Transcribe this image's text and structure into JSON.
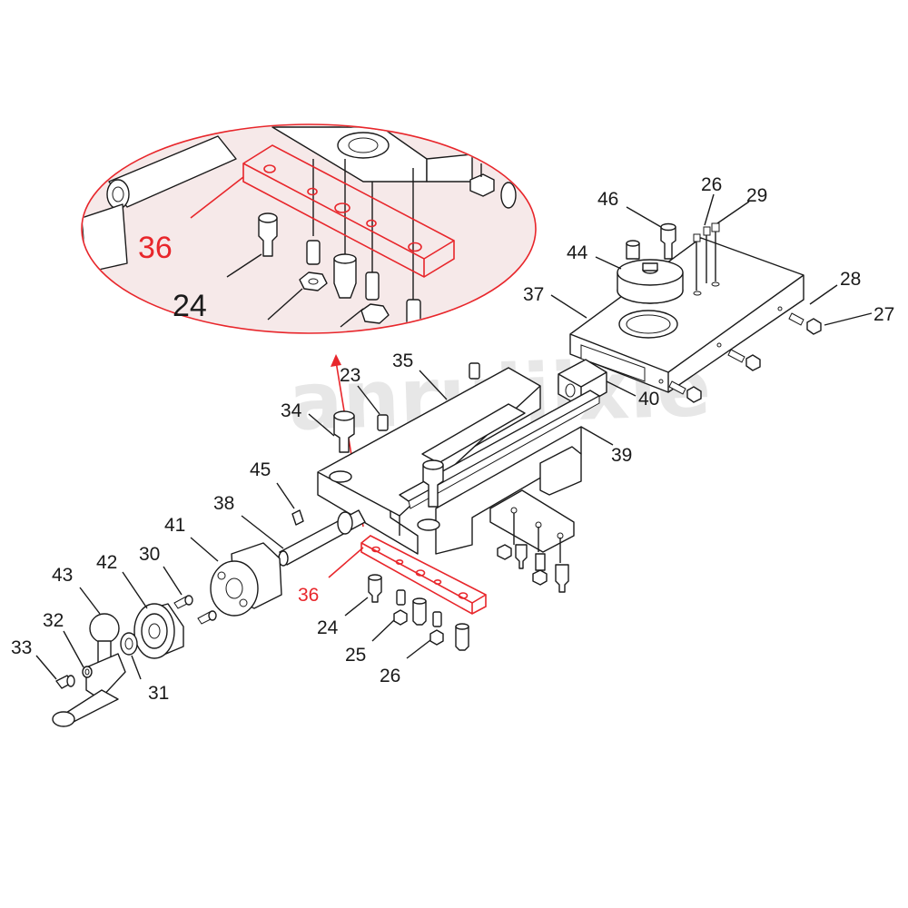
{
  "watermark": "anruijixie",
  "highlight_color": "#e8262b",
  "zoom_callout": {
    "labels": [
      "36",
      "24"
    ]
  },
  "part_labels": [
    "46",
    "26",
    "29",
    "44",
    "37",
    "28",
    "27",
    "35",
    "23",
    "34",
    "40",
    "39",
    "45",
    "38",
    "41",
    "30",
    "42",
    "43",
    "32",
    "33",
    "31",
    "36",
    "24",
    "25",
    "26"
  ]
}
